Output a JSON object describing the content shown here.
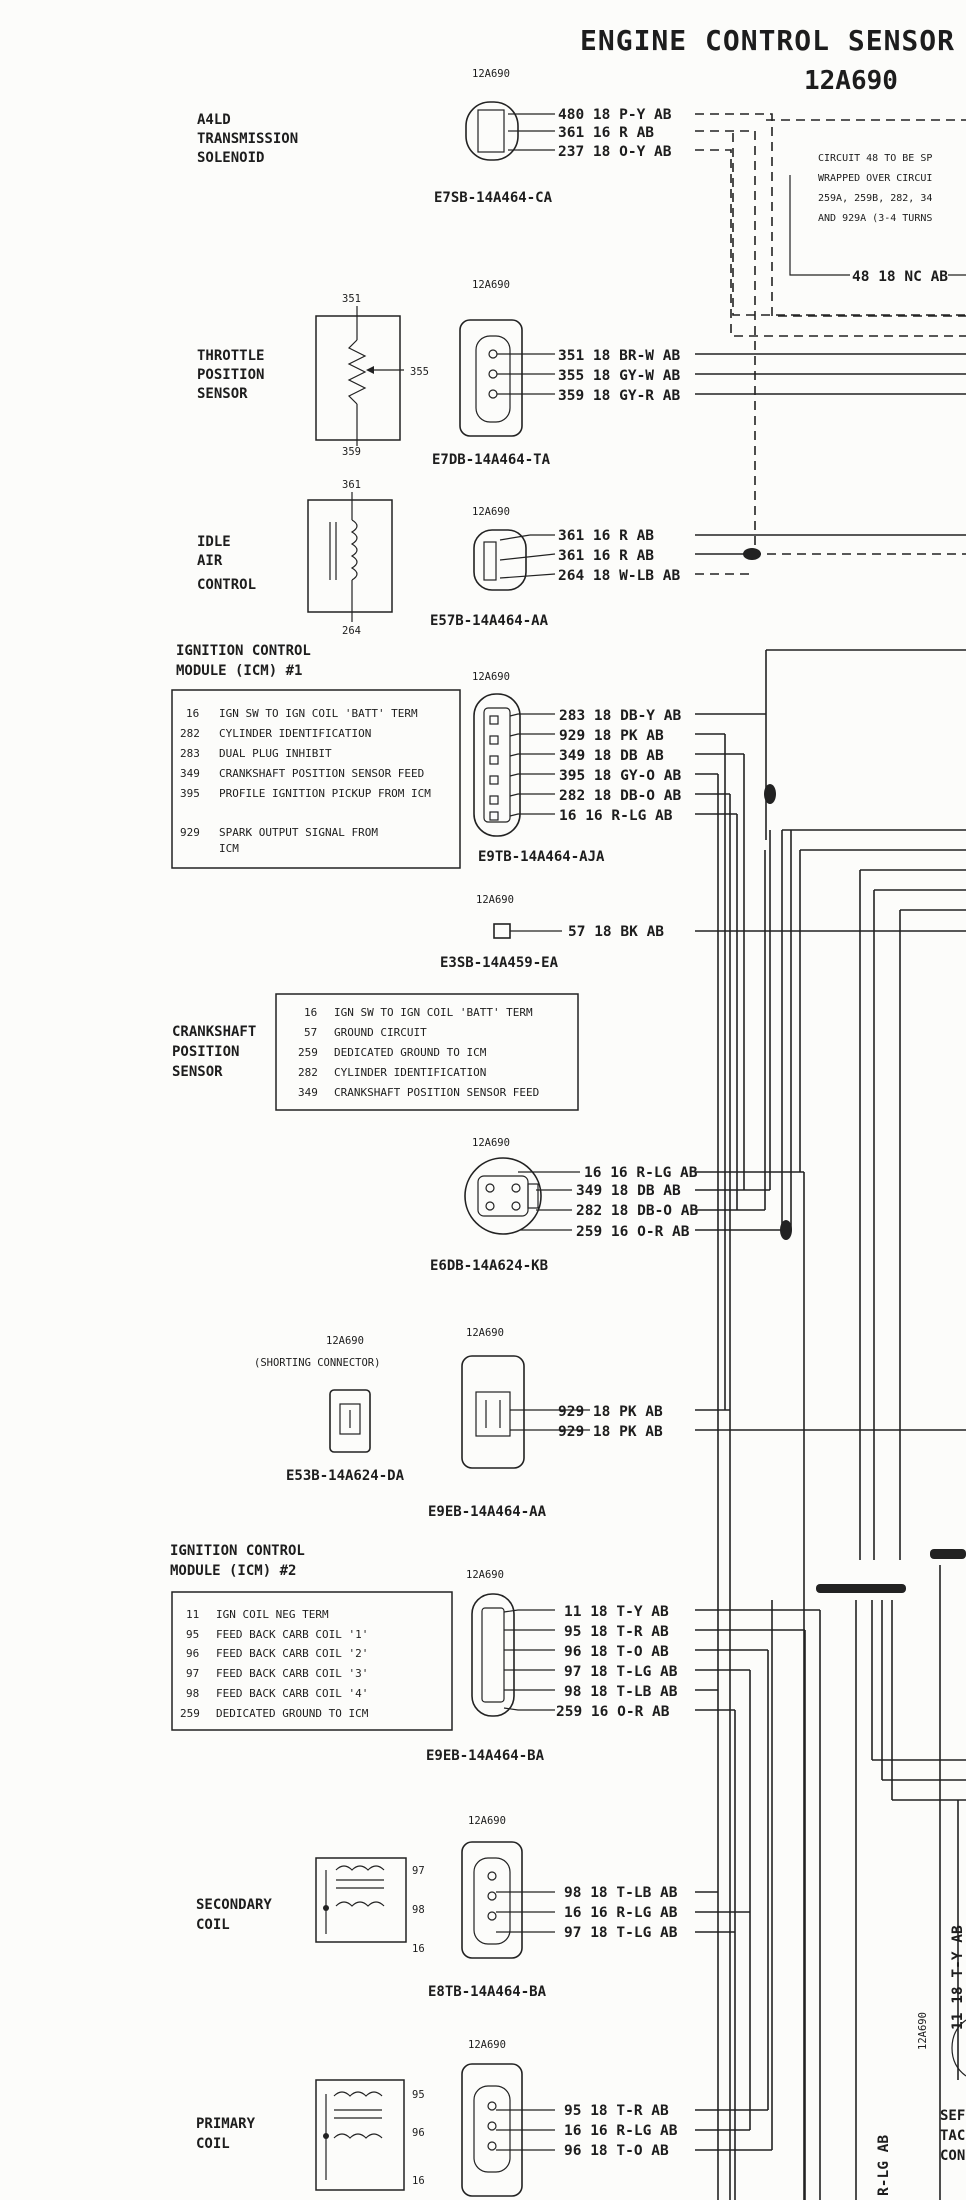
{
  "title": "ENGINE CONTROL SENSOR EX",
  "subtitle": "12A690",
  "note": {
    "line1": "CIRCUIT 48 TO BE SP",
    "line2": "WRAPPED OVER CIRCUI",
    "line3": "259A, 259B, 282, 34",
    "line4": "AND 929A (3-4 TURNS"
  },
  "wire_48": "48 18 NC AB",
  "connector_ref": "12A690",
  "components": {
    "a4ld": {
      "name": [
        "A4LD",
        "TRANSMISSION",
        "SOLENOID"
      ],
      "part": "E7SB-14A464-CA",
      "wires": [
        "480 18 P-Y AB",
        "361 16 R AB",
        "237 18 O-Y AB"
      ]
    },
    "tps": {
      "name": [
        "THROTTLE",
        "POSITION",
        "SENSOR"
      ],
      "part": "E7DB-14A464-TA",
      "pins": [
        "351",
        "355",
        "359"
      ],
      "wires": [
        "351 18 BR-W AB",
        "355 18 GY-W AB",
        "359 18 GY-R AB"
      ]
    },
    "iac": {
      "name": [
        "IDLE",
        "AIR",
        "CONTROL"
      ],
      "part": "E57B-14A464-AA",
      "pins": [
        "361",
        "264"
      ],
      "wires": [
        "361 16 R AB",
        "361 16 R AB",
        "264 18 W-LB AB"
      ]
    },
    "icm1": {
      "name": [
        "IGNITION CONTROL",
        "MODULE (ICM) #1"
      ],
      "part": "E9TB-14A464-AJA",
      "legend": [
        {
          "num": "16",
          "desc": "IGN SW TO IGN COIL 'BATT' TERM"
        },
        {
          "num": "282",
          "desc": "CYLINDER IDENTIFICATION"
        },
        {
          "num": "283",
          "desc": "DUAL PLUG INHIBIT"
        },
        {
          "num": "349",
          "desc": "CRANKSHAFT POSITION SENSOR FEED"
        },
        {
          "num": "395",
          "desc": "PROFILE IGNITION PICKUP FROM ICM"
        },
        {
          "num": "929",
          "desc": "SPARK OUTPUT SIGNAL FROM"
        },
        {
          "num": "",
          "desc": "ICM"
        }
      ],
      "wires": [
        "283 18 DB-Y AB",
        "929 18 PK AB",
        "349 18 DB AB",
        "395 18 GY-O AB",
        "282 18 DB-O AB",
        "16 16 R-LG AB"
      ]
    },
    "ground": {
      "part": "E3SB-14A459-EA",
      "wires": [
        "57 18 BK AB"
      ]
    },
    "ckp": {
      "name": [
        "CRANKSHAFT",
        "POSITION",
        "SENSOR"
      ],
      "part": "E6DB-14A624-KB",
      "legend": [
        {
          "num": "16",
          "desc": "IGN SW TO IGN COIL 'BATT' TERM"
        },
        {
          "num": "57",
          "desc": "GROUND CIRCUIT"
        },
        {
          "num": "259",
          "desc": "DEDICATED GROUND TO ICM"
        },
        {
          "num": "282",
          "desc": "CYLINDER IDENTIFICATION"
        },
        {
          "num": "349",
          "desc": "CRANKSHAFT POSITION SENSOR FEED"
        }
      ],
      "wires": [
        "16 16 R-LG AB",
        "349 18 DB AB",
        "282 18 DB-O AB",
        "259 16 O-R AB"
      ]
    },
    "shorting": {
      "ref": "12A690",
      "name": "(SHORTING CONNECTOR)",
      "part": "E53B-14A624-DA"
    },
    "spout": {
      "part": "E9EB-14A464-AA",
      "wires": [
        "929 18 PK AB",
        "929 18 PK AB"
      ]
    },
    "icm2": {
      "name": [
        "IGNITION CONTROL",
        "MODULE (ICM) #2"
      ],
      "part": "E9EB-14A464-BA",
      "legend": [
        {
          "num": "11",
          "desc": "IGN COIL NEG TERM"
        },
        {
          "num": "95",
          "desc": "FEED BACK CARB COIL '1'"
        },
        {
          "num": "96",
          "desc": "FEED BACK CARB COIL '2'"
        },
        {
          "num": "97",
          "desc": "FEED BACK CARB COIL '3'"
        },
        {
          "num": "98",
          "desc": "FEED BACK CARB COIL '4'"
        },
        {
          "num": "259",
          "desc": "DEDICATED GROUND TO ICM"
        }
      ],
      "wires": [
        "11 18 T-Y AB",
        "95 18 T-R AB",
        "96 18 T-O AB",
        "97 18 T-LG AB",
        "98 18 T-LB AB",
        "259 16 O-R AB"
      ]
    },
    "secondary": {
      "name": [
        "SECONDARY",
        "COIL"
      ],
      "part": "E8TB-14A464-BA",
      "pins": [
        "97",
        "98",
        "16"
      ],
      "wires": [
        "98 18 T-LB AB",
        "16 16 R-LG AB",
        "97 18 T-LG AB"
      ]
    },
    "primary": {
      "name": [
        "PRIMARY",
        "COIL"
      ],
      "pins": [
        "95",
        "96",
        "16"
      ],
      "wires": [
        "95 18 T-R AB",
        "16 16 R-LG AB",
        "96 18 T-O AB"
      ]
    }
  },
  "vertical_labels": {
    "t_y": "11 18 T-Y AB",
    "ref": "12A690",
    "r_lg": "R-LG AB"
  },
  "cutoff_right": [
    "SEF",
    "TAC",
    "CON"
  ]
}
